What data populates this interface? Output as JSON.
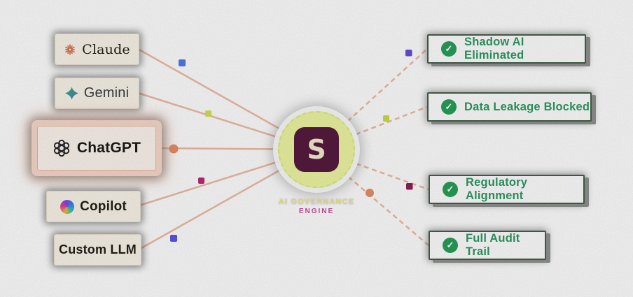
{
  "sources": {
    "items": [
      {
        "label": "Claude",
        "icon": "claude-starburst-icon"
      },
      {
        "label": "Gemini",
        "icon": "gemini-sparkle-icon"
      },
      {
        "label": "ChatGPT",
        "icon": "openai-logo-icon",
        "state": "highlighted"
      },
      {
        "label": "Copilot",
        "icon": "copilot-logo-icon"
      },
      {
        "label": "Custom LLM",
        "icon": "none"
      }
    ]
  },
  "hub": {
    "logo_letter": "S",
    "label_line1": "AI GOVERNANCE",
    "label_line2": "ENGINE"
  },
  "outcomes": {
    "items": [
      {
        "label": "Shadow AI Eliminated"
      },
      {
        "label": "Data Leakage Blocked"
      },
      {
        "label": "Regulatory Alignment"
      },
      {
        "label": "Full Audit Trail"
      }
    ],
    "check_glyph": "✓"
  },
  "colors": {
    "connector_line": "#edbda5",
    "hub_fill": "#eff7a3",
    "hub_logo_bg": "#571b3f",
    "hub_logo_text": "#f4edcf",
    "hub_label_line1": "#e7f47c",
    "hub_label_line2": "#c94e9b",
    "outcome_text_green": "#2e9a64",
    "check_green": "#27a05b",
    "source_card_bg": "#fbf5ea",
    "highlight_salmon": "#f8dacb",
    "packet_blue": "#5577f2",
    "packet_lime": "#d4e354",
    "packet_orange": "#e98e66",
    "packet_magenta": "#bf2878",
    "packet_indigo": "#5e55e6",
    "packet_purple": "#6a4edb",
    "packet_maroon": "#8e2050"
  }
}
